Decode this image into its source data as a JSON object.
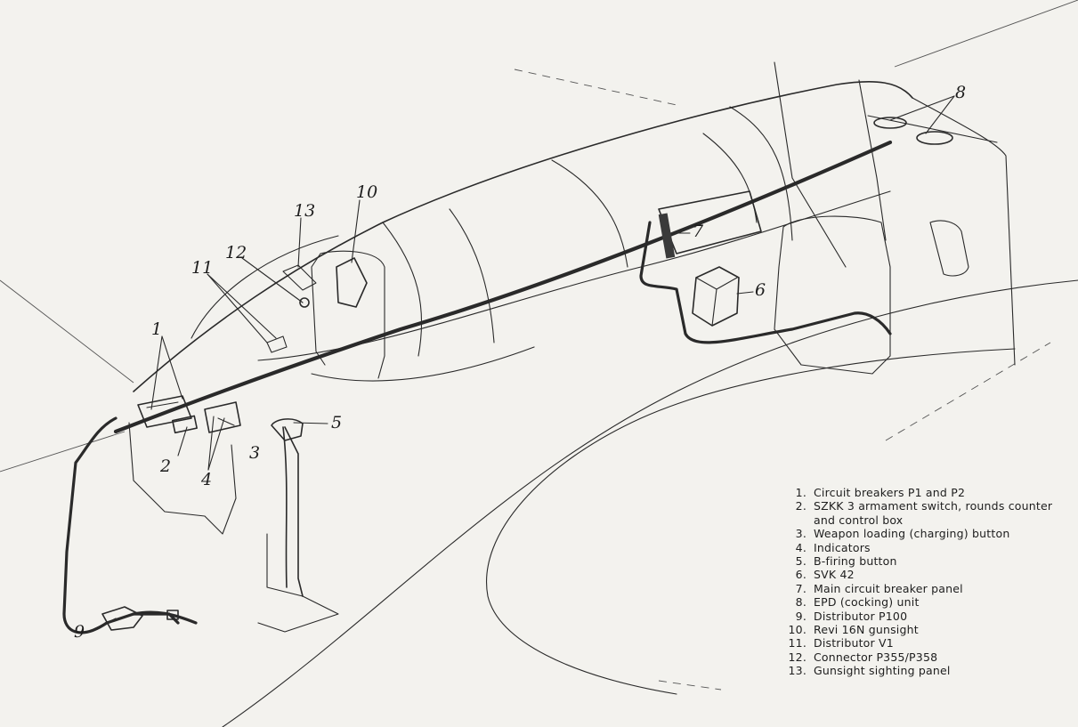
{
  "callouts": [
    "1",
    "2",
    "3",
    "4",
    "5",
    "6",
    "7",
    "8",
    "9",
    "10",
    "11",
    "12",
    "13"
  ],
  "legend": [
    {
      "num": "1.",
      "text": "Circuit breakers P1 and P2"
    },
    {
      "num": "2.",
      "text": "SZKK 3 armament switch, rounds counter"
    },
    {
      "num": "",
      "text": "and control box"
    },
    {
      "num": "3.",
      "text": "Weapon loading (charging) button"
    },
    {
      "num": "4.",
      "text": "Indicators"
    },
    {
      "num": "5.",
      "text": "B-firing button"
    },
    {
      "num": "6.",
      "text": "SVK 42"
    },
    {
      "num": "7.",
      "text": "Main circuit breaker panel"
    },
    {
      "num": "8.",
      "text": "EPD (cocking) unit"
    },
    {
      "num": "9.",
      "text": "Distributor P100"
    },
    {
      "num": "10.",
      "text": "Revi 16N gunsight"
    },
    {
      "num": "11.",
      "text": "Distributor V1"
    },
    {
      "num": "12.",
      "text": "Connector P355/P358"
    },
    {
      "num": "13.",
      "text": "Gunsight sighting panel"
    }
  ]
}
